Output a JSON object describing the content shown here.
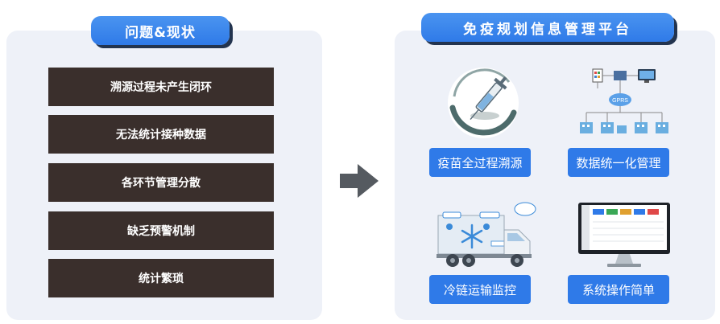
{
  "problems": {
    "title": "问题&现状",
    "items": [
      "溯源过程未产生闭环",
      "无法统计接种数据",
      "各环节管理分散",
      "缺乏预警机制",
      "统计繁琐"
    ]
  },
  "platform": {
    "title": "免疫规划信息管理平台",
    "features": [
      {
        "label": "疫苗全过程溯源",
        "icon": "syringe-icon"
      },
      {
        "label": "数据统一化管理",
        "icon": "network-diagram-icon"
      },
      {
        "label": "冷链运输监控",
        "icon": "refrigerated-truck-icon"
      },
      {
        "label": "系统操作简单",
        "icon": "monitor-dashboard-icon"
      }
    ]
  },
  "network_labels": {
    "cloud": "GPRS"
  },
  "colors": {
    "accent": "#2f7ae8",
    "dark_box": "#3a2f2c",
    "panel_bg": "#eef1f8"
  }
}
